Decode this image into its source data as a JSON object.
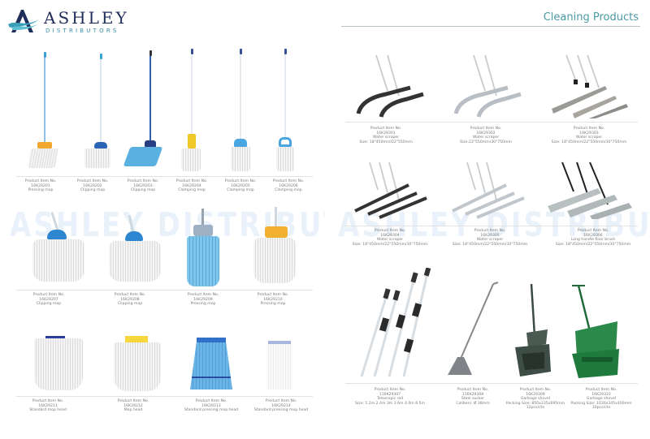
{
  "brand": {
    "name": "ASHLEY",
    "subtitle": "DISTRIBUTORS",
    "watermark": "ASHLEY DISTRIBUTORS",
    "colors": {
      "navy": "#1f2f5a",
      "teal": "#3a8fa8",
      "title": "#4a9aa6"
    }
  },
  "header": {
    "section_title": "Cleaning Products"
  },
  "left_page": {
    "rows": [
      {
        "items": [
          {
            "label": "Product Item No.",
            "code": "16K29201",
            "name": "Pressing mop"
          },
          {
            "label": "Product Item No.",
            "code": "16K29202",
            "name": "Clipping mop"
          },
          {
            "label": "Product Item No.",
            "code": "16K29203",
            "name": "Clipping mop"
          },
          {
            "label": "Product Item No.",
            "code": "16K29204",
            "name": "Clamping mop"
          },
          {
            "label": "Product Item No.",
            "code": "16K29205",
            "name": "Clamping mop"
          },
          {
            "label": "Product Item No.",
            "code": "16K29206",
            "name": "Clamping mop"
          }
        ]
      },
      {
        "items": [
          {
            "label": "Product Item No.",
            "code": "16K29207",
            "name": "Clipping mop"
          },
          {
            "label": "Product Item No.",
            "code": "16K29208",
            "name": "Clipping mop"
          },
          {
            "label": "Product Item No.",
            "code": "16K29209",
            "name": "Pressing mop"
          },
          {
            "label": "Product Item No.",
            "code": "16K29210",
            "name": "Pressing mop"
          }
        ]
      },
      {
        "items": [
          {
            "label": "Product Item No.",
            "code": "16K29211",
            "name": "Standard mop head"
          },
          {
            "label": "Product Item No.",
            "code": "16K29212",
            "name": "Mop head"
          },
          {
            "label": "Product Item No.",
            "code": "16K29213",
            "name": "Standard pressing mop head"
          },
          {
            "label": "Product Item No.",
            "code": "16K29214",
            "name": "Standard pressing mop head"
          }
        ]
      }
    ]
  },
  "right_page": {
    "rows": [
      {
        "items": [
          {
            "label": "Product Item No.",
            "code": "16K29301",
            "name": "Water scraper",
            "size": "Size: 18\"450mm/22\"550mm"
          },
          {
            "label": "Product Item No.",
            "code": "16K29302",
            "name": "Water scraper",
            "size": "Size:22\"550mm/30\"750mm"
          },
          {
            "label": "Product Item No.",
            "code": "16K29303",
            "name": "Water scraper",
            "size": "Size: 18\"450mm/22\"550mm/30\"750mm"
          }
        ]
      },
      {
        "items": [
          {
            "label": "Product Item No.",
            "code": "16K29304",
            "name": "Water scraper",
            "size": "Size: 18\"450mm/22\"550mm/30\"750mm"
          },
          {
            "label": "Product Item No.",
            "code": "16K29305",
            "name": "Water scraper",
            "size": "Size: 18\"450mm/22\"550mm/30\"750mm"
          },
          {
            "label": "Product Item No.",
            "code": "16K29306",
            "name": "Long handle floor brush",
            "size": "Size: 18\"450mm/22\"550mm/30\"750mm"
          }
        ]
      },
      {
        "items": [
          {
            "label": "Product Item No.",
            "code": "116K29307",
            "name": "Telescopic rod",
            "size": "Size: 1.2m 2.4m 3m 3.6m 4.0m 6.5m"
          },
          {
            "label": "Product Item No.",
            "code": "116K29308",
            "name": "Steel sucker",
            "size": "Calibers: Ø 38mm"
          },
          {
            "label": "Product Item No.",
            "code": "16K29309",
            "name": "Garbage shovel",
            "size": "Packing Size: 850x335x695mm",
            "extra": "12pcs/ctn"
          },
          {
            "label": "Product Item No.",
            "code": "16K29310",
            "name": "Garbage shovel",
            "size": "Packing Size: 1030x345x400mm",
            "extra": "10pcs/ctn"
          }
        ]
      }
    ]
  }
}
